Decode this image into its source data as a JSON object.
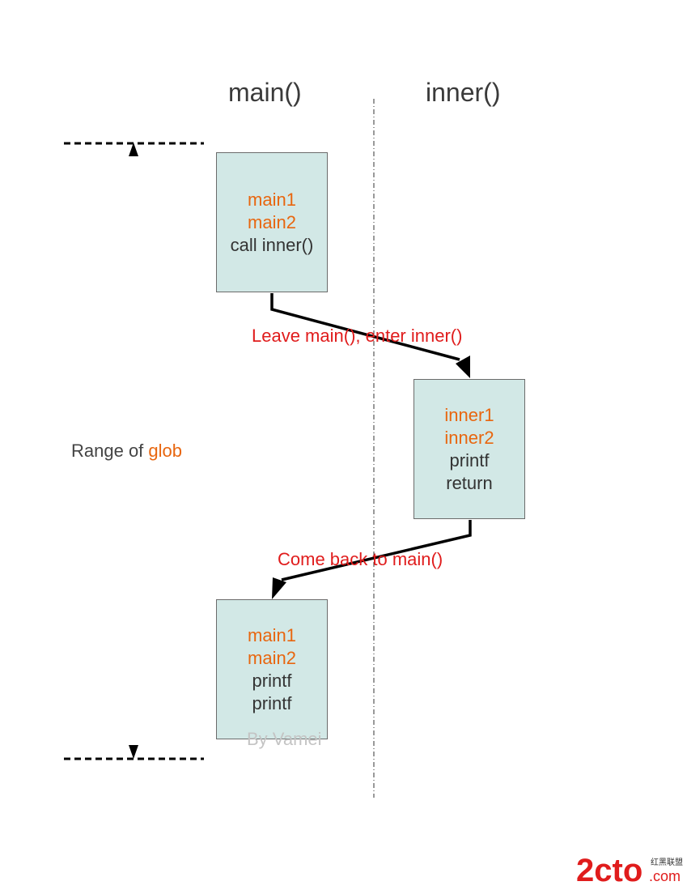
{
  "columns": {
    "left_title": "main()",
    "right_title": "inner()"
  },
  "boxes": {
    "main_first": [
      {
        "text": "main1",
        "highlight": true
      },
      {
        "text": "main2",
        "highlight": true
      },
      {
        "text": "call inner()",
        "highlight": false
      }
    ],
    "inner": [
      {
        "text": "inner1",
        "highlight": true
      },
      {
        "text": "inner2",
        "highlight": true
      },
      {
        "text": "printf",
        "highlight": false
      },
      {
        "text": "return",
        "highlight": false
      }
    ],
    "main_second": [
      {
        "text": "main1",
        "highlight": true
      },
      {
        "text": "main2",
        "highlight": true
      },
      {
        "text": "printf",
        "highlight": false
      },
      {
        "text": "printf",
        "highlight": false
      }
    ]
  },
  "transitions": {
    "call_label": "Leave main(), enter inner()",
    "return_label": "Come back to main()"
  },
  "range": {
    "prefix": "Range of",
    "variable": "glob"
  },
  "credit": "By Vamei",
  "watermark": {
    "brand": "2cto",
    "suffix": ".com",
    "cjk": "红黑联盟"
  },
  "colors": {
    "box_fill": "#d2e8e6",
    "highlight_text": "#e8660f",
    "label_red": "#e01c1c",
    "text_dark": "#333333"
  }
}
